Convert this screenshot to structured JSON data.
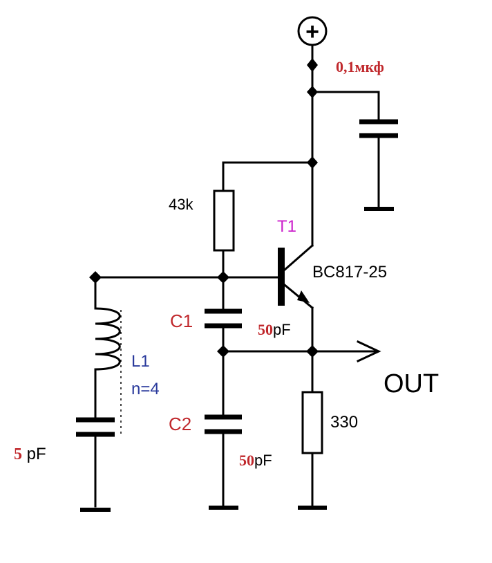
{
  "supply": {
    "symbol": "+"
  },
  "decoupling_cap": {
    "value": "0,1мкф"
  },
  "transistor": {
    "designator": "T1",
    "part": "BC817-25"
  },
  "resistor_bias": {
    "value": "43k"
  },
  "resistor_emitter": {
    "value": "330"
  },
  "capacitor_c1": {
    "designator": "C1",
    "value_num": "50",
    "value_unit": "pF"
  },
  "capacitor_c2": {
    "designator": "C2",
    "value_num": "50",
    "value_unit": "pF"
  },
  "inductor": {
    "designator": "L1",
    "turns": "n=4"
  },
  "tuning_cap": {
    "value_num": "5",
    "value_unit": " pF"
  },
  "output": {
    "label": "OUT"
  },
  "colors": {
    "red_label": "#c0282c",
    "magenta_label": "#cc22cc",
    "blue_label": "#2a3a9c",
    "wire": "#000000"
  }
}
